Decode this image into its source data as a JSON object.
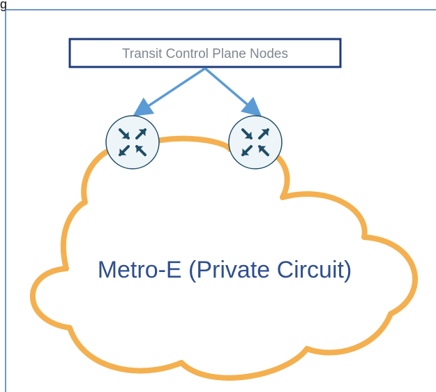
{
  "header": {
    "fragment_label": "g"
  },
  "diagram": {
    "title_box_label": "Transit Control Plane Nodes",
    "cloud_label": "Metro-E (Private Circuit)",
    "nodes": [
      {
        "name": "control-plane-node-left",
        "icon": "router-icon"
      },
      {
        "name": "control-plane-node-right",
        "icon": "router-icon"
      }
    ],
    "colors": {
      "frame_border": "#3f73b5",
      "title_box_border": "#1f3b7a",
      "title_text": "#7f8791",
      "arrow": "#5b9bd5",
      "cloud_stroke": "#f4b04f",
      "cloud_text": "#2f4f8f",
      "node_fill": "#eef5f8",
      "node_border": "#1f4d66",
      "node_arrow": "#1f4d66"
    }
  }
}
